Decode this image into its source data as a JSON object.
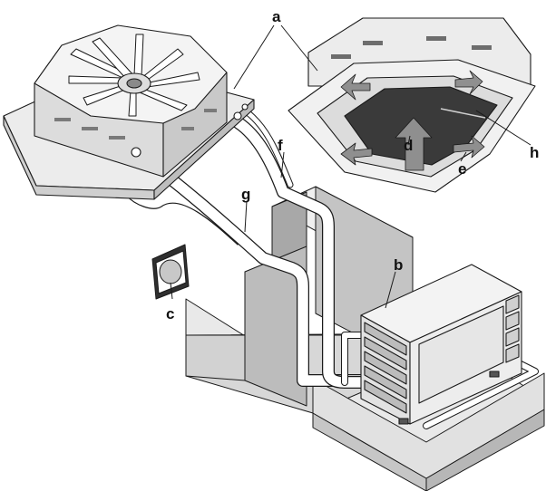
{
  "labels": {
    "a": "a",
    "b": "b",
    "c": "c",
    "d": "d",
    "e": "e",
    "f": "f",
    "g": "g",
    "h": "h"
  },
  "colors": {
    "line": "#1a1a1a",
    "wall_face": "#d4d4d4",
    "wall_side": "#bdbdbd",
    "wall_top": "#ececec",
    "wall_end": "#a9a9a9",
    "panel_dark": "#3a3a3a",
    "airflow": "#8f8f8f",
    "pipe": "#ffffff"
  }
}
